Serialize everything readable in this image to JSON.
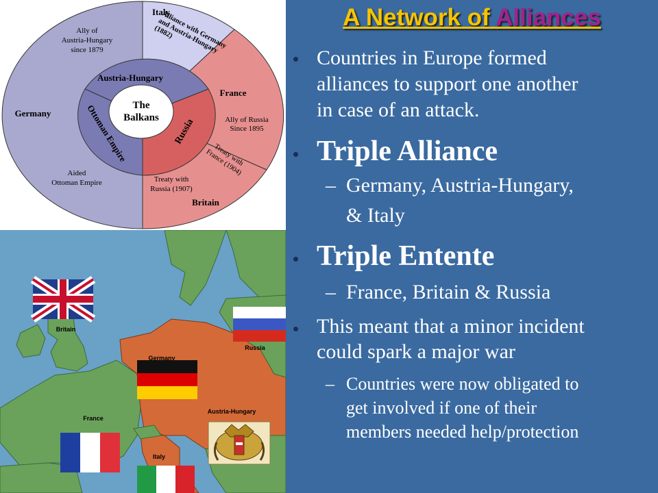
{
  "title": {
    "main": "A Network of",
    "accent": "Alliances"
  },
  "diagram": {
    "center": [
      "The",
      "Balkans"
    ],
    "inner": {
      "austria": "Austria-Hungary",
      "ottoman": "Ottoman Empire",
      "russia": "Russia"
    },
    "outer": {
      "italy": "Italy",
      "italy_note": [
        "Alliance with Germany",
        "and Austria-Hungary",
        "(1882)"
      ],
      "france": "France",
      "france_note": [
        "Ally of Russia",
        "Since 1895"
      ],
      "britain_france_note": [
        "Treaty with",
        "France (1904)"
      ],
      "britain_russia_note": [
        "Treaty with",
        "Russia (1907)"
      ],
      "britain": "Britain",
      "germany": "Germany",
      "germany_top_note": [
        "Ally of",
        "Austria-Hungary",
        "since 1879"
      ],
      "germany_bottom_note": [
        "Aided",
        "Ottoman Empire"
      ]
    }
  },
  "map": {
    "britain": "Britain",
    "russia": "Russia",
    "germany": "Germany",
    "austria": "Austria-Hungary",
    "france": "France",
    "italy": "Italy"
  },
  "bullets": [
    {
      "text": "Countries in Europe formed alliances to support one another in case of an attack.",
      "lines": [
        "Countries in Europe formed",
        "alliances to support one another",
        "in case of an attack."
      ]
    },
    {
      "text": "Triple Alliance",
      "sub": {
        "lines": [
          "Germany, Austria-Hungary,",
          "& Italy"
        ]
      }
    },
    {
      "text": "Triple Entente",
      "sub": {
        "lines": [
          "France, Britain & Russia"
        ]
      }
    },
    {
      "lines": [
        "This meant that a minor incident",
        "could spark a major war"
      ],
      "sub": {
        "lines": [
          "Countries were now obligated to",
          "get involved if one of their",
          "members needed help/protection"
        ]
      }
    }
  ],
  "dash": "–",
  "colors": {
    "background": "#3a6aa0",
    "title": "#f5c400",
    "title_accent": "#a0238f",
    "germany": "#a9a9cf",
    "italy": "#cfcff0",
    "france": "#e5908f",
    "russia": "#d66060",
    "austria": "#7b7bb3",
    "land_germany_austria": "#d46a38",
    "land_other": "#6aa25c",
    "sea": "#6aa1c7"
  }
}
